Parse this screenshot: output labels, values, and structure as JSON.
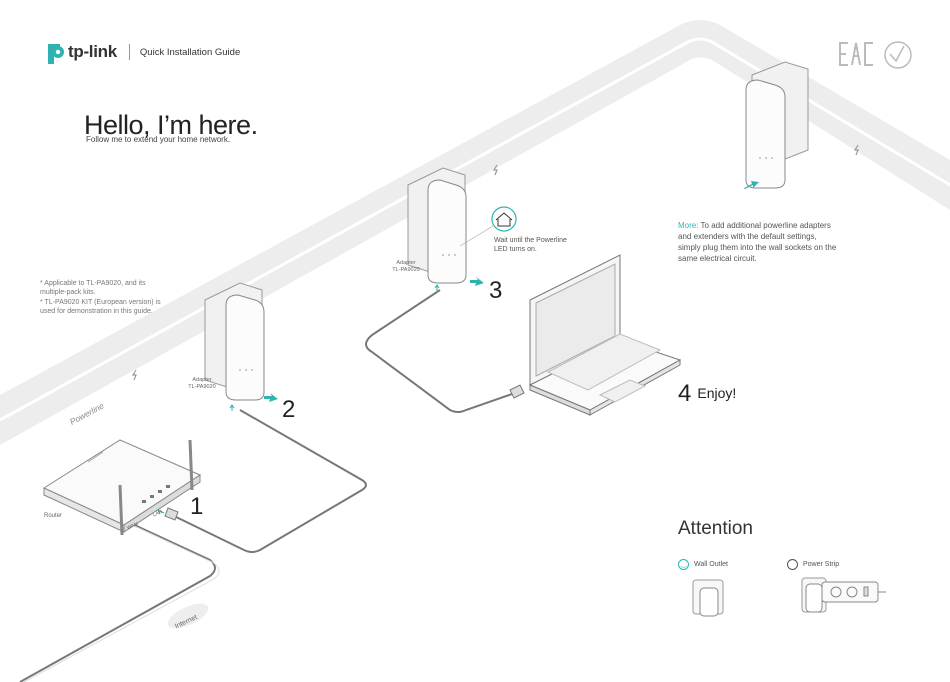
{
  "brand": {
    "name": "tp-link",
    "guide": "Quick Installation Guide"
  },
  "hero": {
    "title": "Hello, I’m here.",
    "subtitle": "Follow me to extend your home network."
  },
  "notes": [
    "* Applicable to TL-PA9020, and its multiple-pack kits.",
    "* TL-PA9020 KIT (European version) is used for demonstration in this guide."
  ],
  "labels": {
    "powerline": "Powerline",
    "router": "Router",
    "internet": "Internet",
    "lan": "LAN",
    "wan": "WAN",
    "adapter1": "Adapter\nTL-PA9020",
    "adapter2": "Adapter\nTL-PA9020",
    "wait": "Wait until the Powerline LED turns on."
  },
  "steps": {
    "s1": "1",
    "s2": "2",
    "s3": "3",
    "s4": "4",
    "enjoy": "Enjoy!"
  },
  "more": {
    "prefix": "More:",
    "text": "To add additional powerline adapters and extenders with the default settings, simply plug them into the wall sockets on the same electrical circuit."
  },
  "attention": {
    "title": "Attention",
    "wall_outlet": "Wall Outlet",
    "power_strip": "Power Strip"
  },
  "certifications": {
    "eac": "EAC"
  },
  "colors": {
    "accent": "#2fb3b1",
    "band": "#ededed",
    "line": "#6b6b6b",
    "good": "#2fb3b1",
    "bad": "#555555"
  },
  "icons": [
    "tp-link-logo",
    "home-icon",
    "arrow-icon",
    "smile-icon",
    "frown-icon",
    "lightning-icon",
    "eac-mark",
    "compliance-mark"
  ]
}
